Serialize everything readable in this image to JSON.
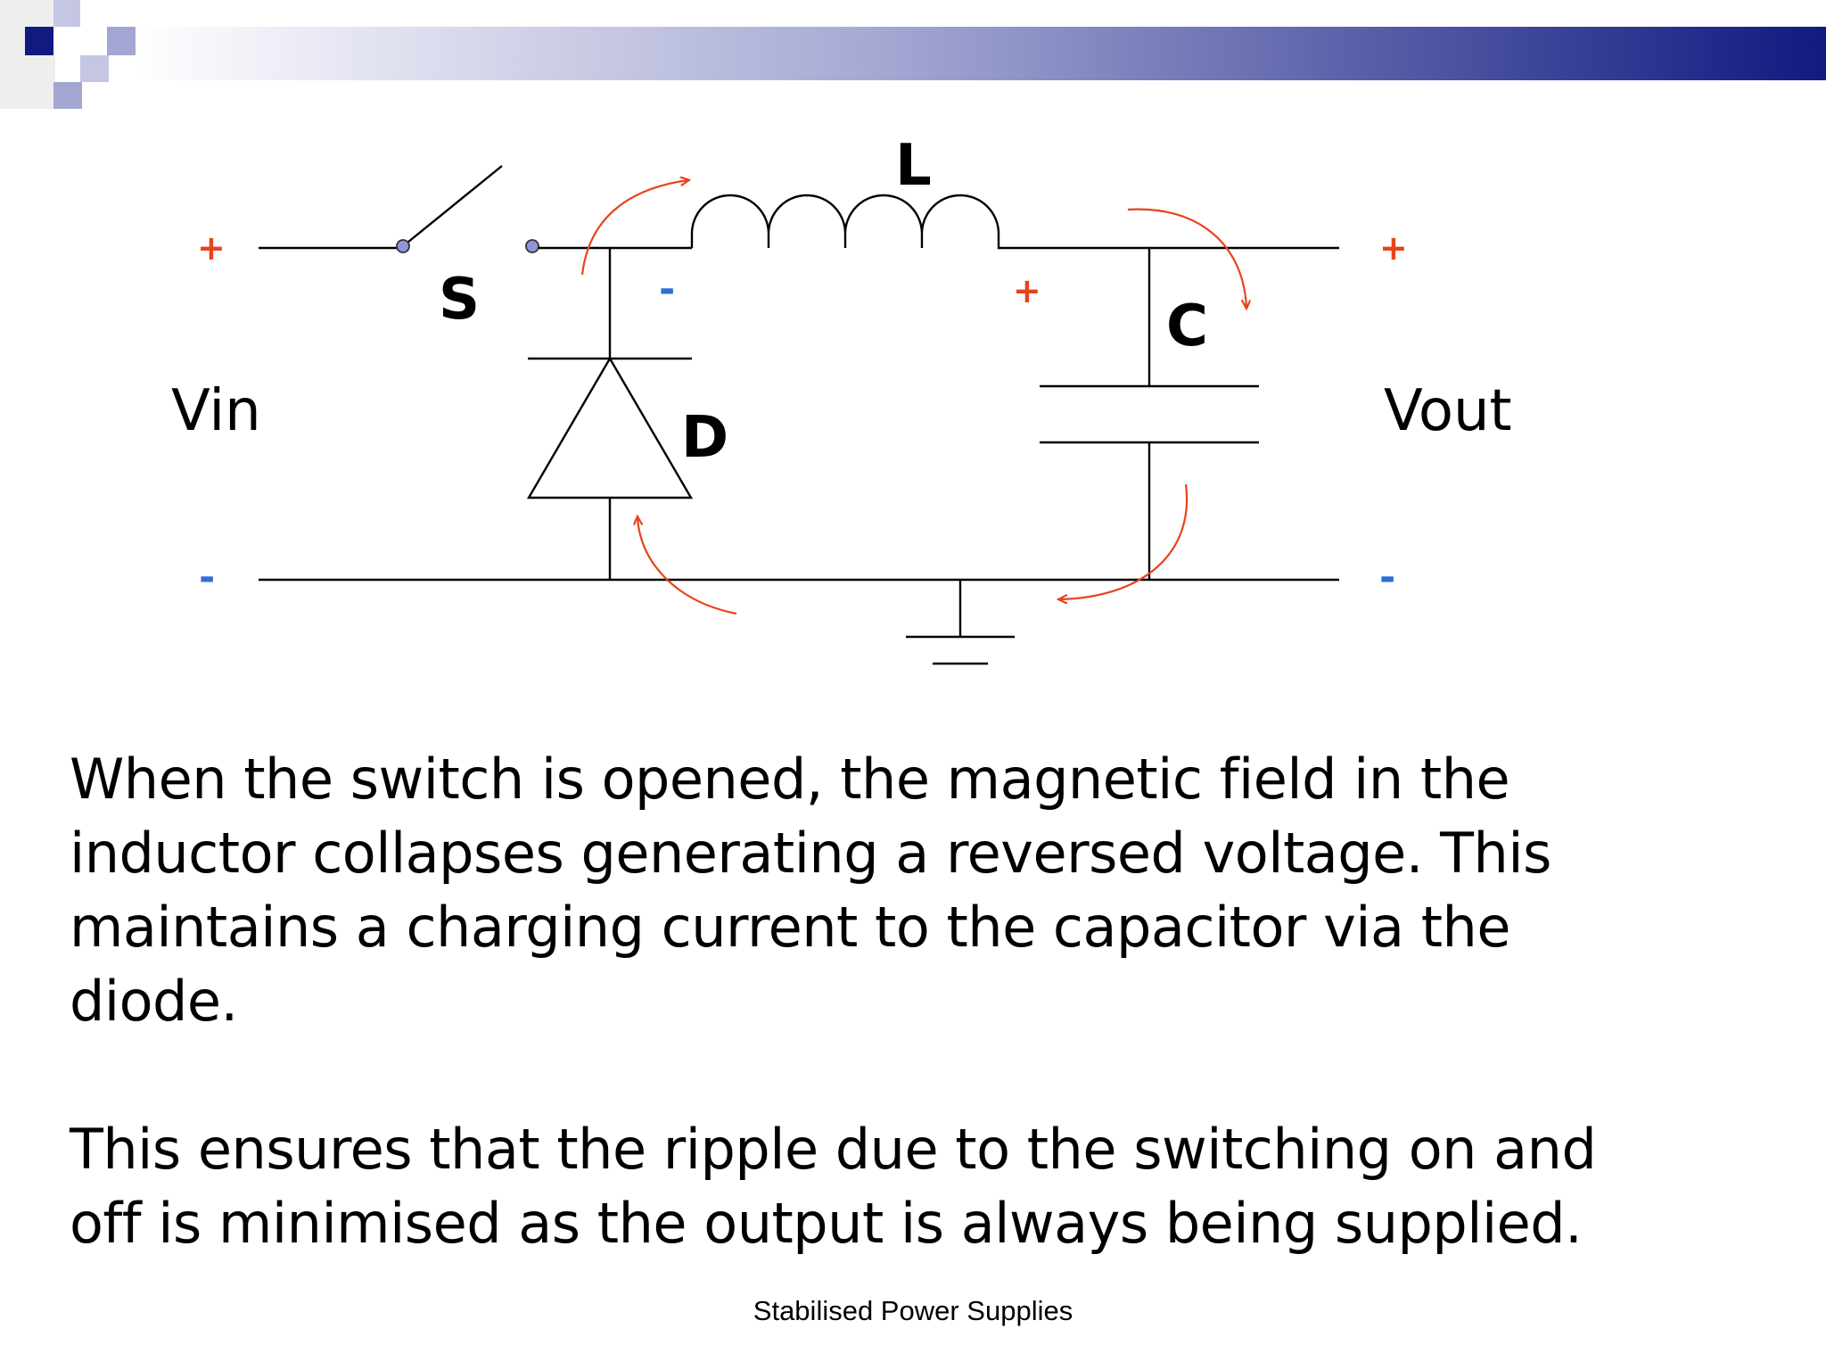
{
  "colors": {
    "arrow": "#e8431c",
    "plus": "#e8431c",
    "minus": "#2f6fd6",
    "banner_dark": "#101a80",
    "banner_light": "#ffffff"
  },
  "diagram": {
    "labels": {
      "switch": "S",
      "inductor": "L",
      "diode": "D",
      "capacitor": "C",
      "input": "Vin",
      "output": "Vout"
    },
    "polarity": {
      "plus": "+",
      "minus": "-"
    }
  },
  "text": {
    "line1": "When the switch is opened, the magnetic field in the",
    "line2": "inductor collapses generating a reversed voltage.  This",
    "line3": "maintains a charging current to the capacitor via the",
    "line4": "diode.",
    "line5": "This ensures that the ripple due to the switching on and",
    "line6": "off is minimised as the output is always being supplied."
  },
  "footer": "Stabilised Power Supplies"
}
